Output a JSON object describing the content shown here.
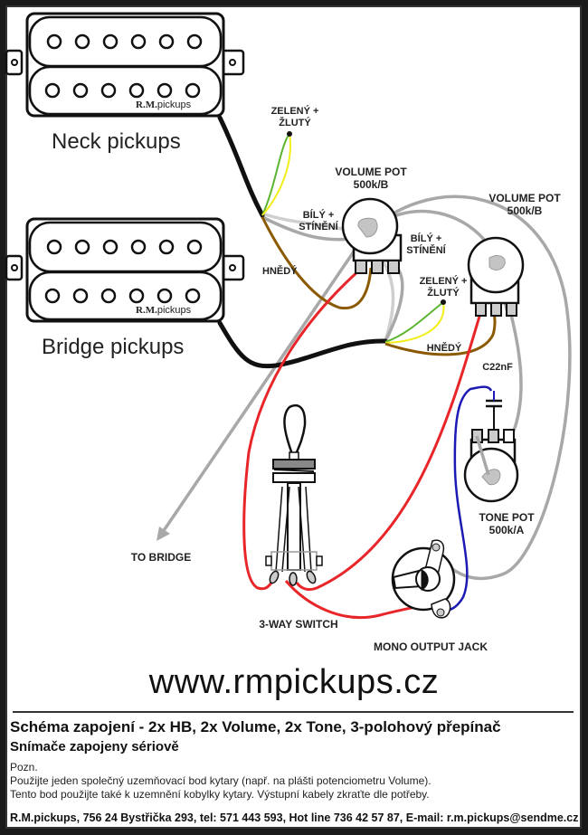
{
  "diagram": {
    "pickups": [
      {
        "id": "neck",
        "name": "Neck pickups",
        "brand_bold": "R.M.",
        "brand_rest": "pickups"
      },
      {
        "id": "bridge",
        "name": "Bridge pickups",
        "brand_bold": "R.M.",
        "brand_rest": "pickups"
      }
    ],
    "wire_labels": {
      "neck_green_yellow": "ZELENÝ +\nŽLUTÝ",
      "neck_white_shield": "BÍLÝ +\nSTÍNĚNÍ",
      "neck_brown": "HNĚDÝ",
      "bridge_white_shield": "BÍLÝ +\nSTÍNĚNÍ",
      "bridge_green_yellow": "ZELENÝ +\nŽLUTÝ",
      "bridge_brown": "HNĚDÝ"
    },
    "components": {
      "volume_pot_1": {
        "label": "VOLUME POT\n500k/B"
      },
      "volume_pot_2": {
        "label": "VOLUME POT\n500k/B"
      },
      "capacitor": {
        "label": "C22nF"
      },
      "tone_pot": {
        "label": "TONE POT\n500k/A"
      },
      "switch": {
        "label": "3-WAY SWITCH"
      },
      "output_jack": {
        "label": "MONO OUTPUT JACK"
      },
      "bridge_ground": {
        "label": "TO BRIDGE"
      }
    },
    "wire_colors": {
      "hot": "#e8262a",
      "ground": "#a8a8a8",
      "brown": "#8b5a00",
      "green": "#5cb531",
      "yellow": "#f2ee1c",
      "blue": "#1b1bb4",
      "cable": "#111111"
    }
  },
  "footer": {
    "url": "www.rmpickups.cz",
    "title": "Schéma zapojení - 2x HB, 2x Volume, 2x Tone, 3-polohový přepínač",
    "subtitle": "Snímače zapojeny sériově",
    "notes": [
      "Pozn.",
      "Použijte jeden společný uzemňovací bod kytary (např. na plášti potenciometru Volume).",
      "Tento bod použijte také k uzemnění kobylky kytary. Výstupní kabely zkraťte dle potřeby."
    ],
    "contact": "R.M.pickups, 756 24 Bystřička 293, tel: 571 443 593, Hot line 736 42 57 87, E-mail: r.m.pickups@sendme.cz"
  }
}
